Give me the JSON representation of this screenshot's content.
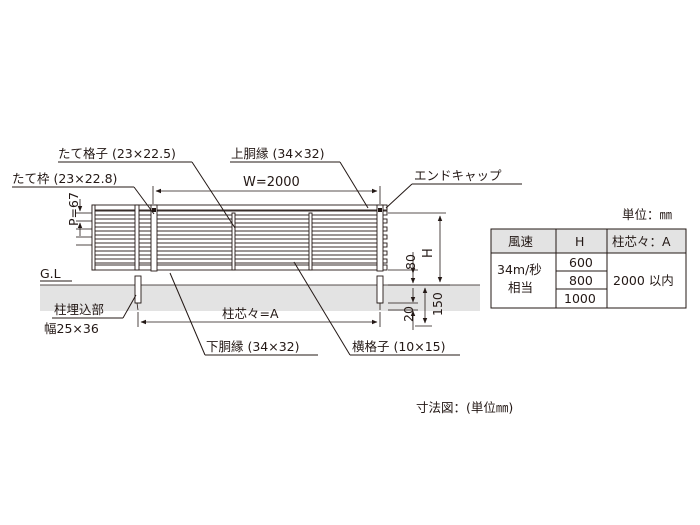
{
  "labels": {
    "tate_koshi": "たて格子 (23×22.5)",
    "tate_waku": "たて枠 (23×22.8)",
    "pitch": "P=67",
    "uwado": "上胴縁 (34×32)",
    "width": "W=2000",
    "end_cap": "エンドキャップ",
    "height": "H",
    "gl": "G.L",
    "dim_80": "80",
    "dim_20": "20",
    "dim_150": "150",
    "post_center": "柱芯々=A",
    "embed_line1": "柱埋込部",
    "embed_line2": "幅25×36",
    "shitado": "下胴縁 (34×32)",
    "yokokoshi": "横格子 (10×15)",
    "unit": "単位：㎜",
    "caption": "寸法図：(単位㎜)"
  },
  "table": {
    "headers": [
      "風速",
      "H",
      "柱芯々：A"
    ],
    "wind_line1": "34m/秒",
    "wind_line2": "相当",
    "heights": [
      "600",
      "800",
      "1000"
    ],
    "post_spacing": "2000 以内"
  }
}
